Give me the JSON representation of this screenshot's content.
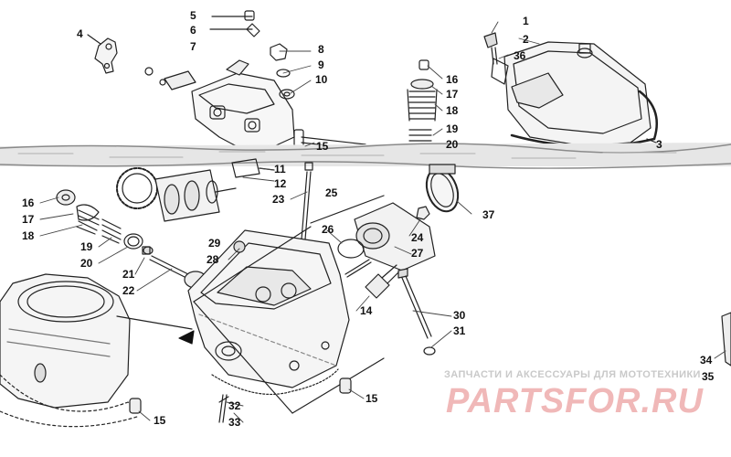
{
  "watermark": {
    "tagline": "ЗАПЧАСТИ И АКСЕССУАРЫ ДЛЯ МОТОТЕХНИКИ",
    "logo_text": "PARTSFOR.RU"
  },
  "callouts": [
    {
      "id": "c1",
      "text": "1"
    },
    {
      "id": "c2",
      "text": "2"
    },
    {
      "id": "c3",
      "text": "3"
    },
    {
      "id": "c4",
      "text": "4"
    },
    {
      "id": "c5",
      "text": "5"
    },
    {
      "id": "c6",
      "text": "6"
    },
    {
      "id": "c7",
      "text": "7"
    },
    {
      "id": "c8",
      "text": "8"
    },
    {
      "id": "c9",
      "text": "9"
    },
    {
      "id": "c10",
      "text": "10"
    },
    {
      "id": "c11",
      "text": "11"
    },
    {
      "id": "c12",
      "text": "12"
    },
    {
      "id": "c15a",
      "text": "15"
    },
    {
      "id": "c15b",
      "text": "15"
    },
    {
      "id": "c15c",
      "text": "15"
    },
    {
      "id": "c16a",
      "text": "16"
    },
    {
      "id": "c16b",
      "text": "16"
    },
    {
      "id": "c17a",
      "text": "17"
    },
    {
      "id": "c17b",
      "text": "17"
    },
    {
      "id": "c18a",
      "text": "18"
    },
    {
      "id": "c18b",
      "text": "18"
    },
    {
      "id": "c19a",
      "text": "19"
    },
    {
      "id": "c19b",
      "text": "19"
    },
    {
      "id": "c20a",
      "text": "20"
    },
    {
      "id": "c20b",
      "text": "20"
    },
    {
      "id": "c21",
      "text": "21"
    },
    {
      "id": "c22",
      "text": "22"
    },
    {
      "id": "c23",
      "text": "23"
    },
    {
      "id": "c24",
      "text": "24"
    },
    {
      "id": "c25",
      "text": "25"
    },
    {
      "id": "c26",
      "text": "26"
    },
    {
      "id": "c27",
      "text": "27"
    },
    {
      "id": "c28",
      "text": "28"
    },
    {
      "id": "c29",
      "text": "29"
    },
    {
      "id": "c30",
      "text": "30"
    },
    {
      "id": "c31",
      "text": "31"
    },
    {
      "id": "c32",
      "text": "32"
    },
    {
      "id": "c33",
      "text": "33"
    },
    {
      "id": "c14",
      "text": "14"
    },
    {
      "id": "c34",
      "text": "34"
    },
    {
      "id": "c35",
      "text": "35"
    },
    {
      "id": "c36",
      "text": "36"
    },
    {
      "id": "c37",
      "text": "37"
    }
  ]
}
